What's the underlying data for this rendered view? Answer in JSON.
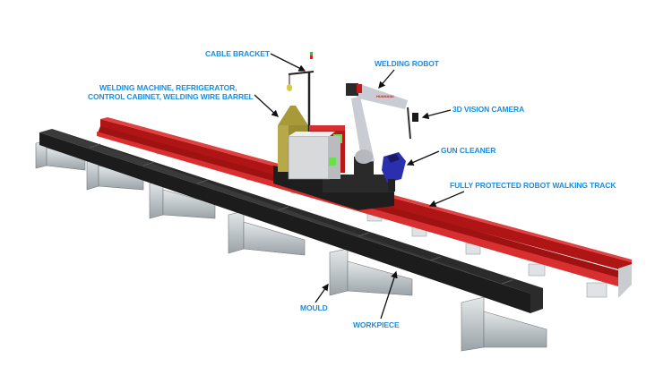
{
  "diagram": {
    "labels": {
      "cable_bracket": "CABLE BRACKET",
      "welding_machine_line1": "WELDING MACHINE, REFRIGERATOR,",
      "welding_machine_line2": "CONTROL CABINET, WELDING WIRE BARREL",
      "welding_robot": "WELDING ROBOT",
      "vision_camera": "3D VISION CAMERA",
      "gun_cleaner": "GUN CLEANER",
      "walking_track": "FULLY PROTECTED ROBOT WALKING TRACK",
      "mould": "MOULD",
      "workpiece": "WORKPIECE"
    },
    "colors": {
      "label": "#1a8de0",
      "track": "#c41a1a",
      "workpiece": "#2a2a2a",
      "robot": "#c9ccd2",
      "gun_cleaner": "#2a2fb0",
      "barrel": "#a89a3a"
    }
  }
}
